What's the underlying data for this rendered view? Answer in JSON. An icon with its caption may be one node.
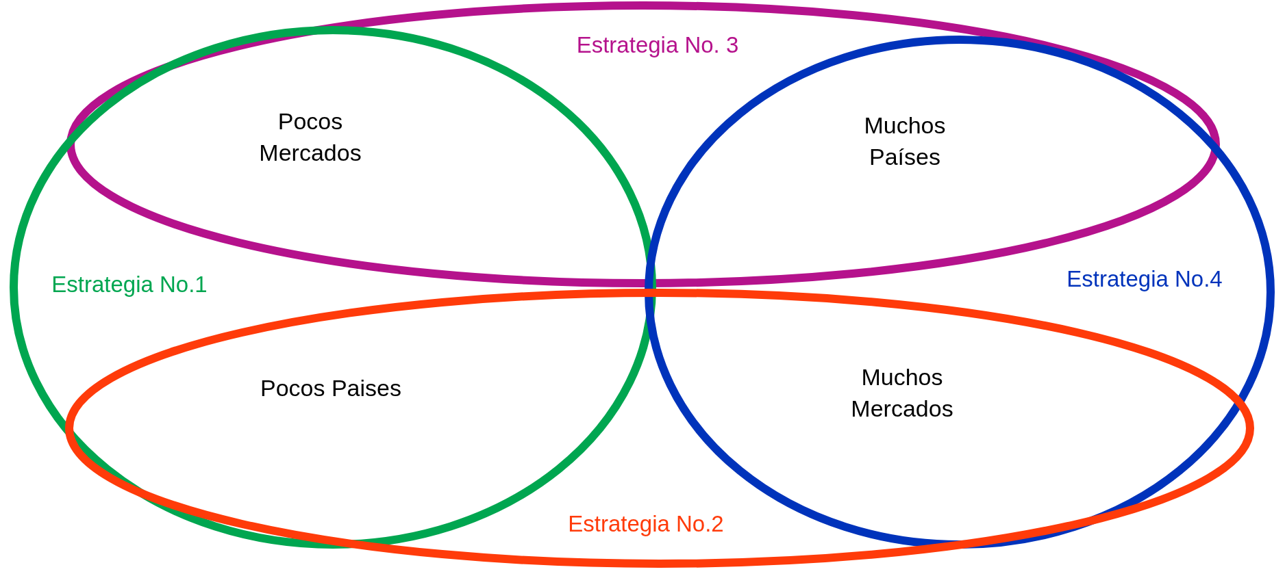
{
  "diagram": {
    "nodes": [
      {
        "text": [
          "Estrategia No. 3"
        ]
      },
      {
        "text": [
          "Estrategia No.1"
        ]
      },
      {
        "text": [
          "Estrategia No.4"
        ]
      },
      {
        "text": [
          "Estrategia No.2"
        ]
      }
    ],
    "labels": [
      "Pocos Mercados",
      "Muchos Países",
      "Pocos Paises",
      "Muchos Mercados"
    ]
  }
}
